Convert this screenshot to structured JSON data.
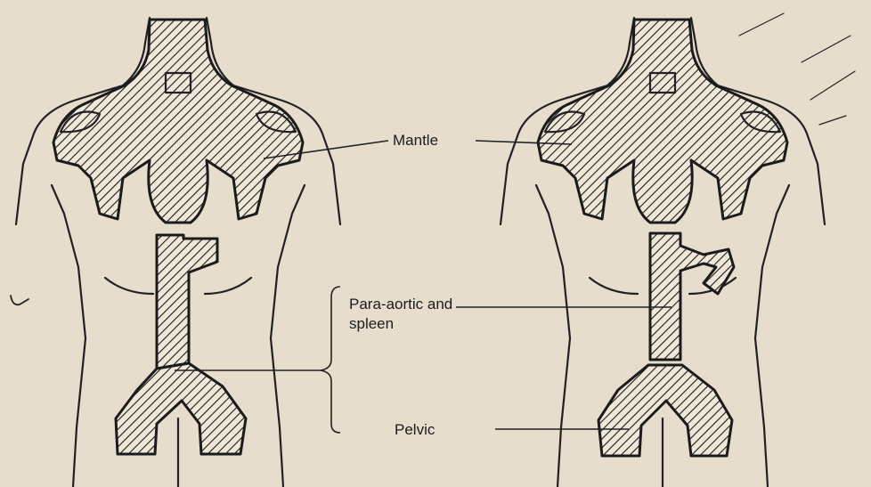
{
  "labels": {
    "mantle": "Mantle",
    "para_aortic_line1": "Para-aortic and",
    "para_aortic_line2": "spleen",
    "pelvic": "Pelvic"
  },
  "colors": {
    "paper": "#e7ddcc",
    "ink": "#1b1b1b"
  }
}
